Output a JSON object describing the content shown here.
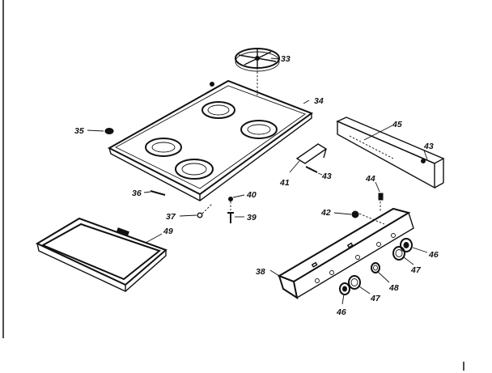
{
  "callouts": {
    "c33": "33",
    "c34": "34",
    "c35": "35",
    "c36": "36",
    "c37": "37",
    "c38": "38",
    "c39": "39",
    "c40": "40",
    "c41": "41",
    "c42": "42",
    "c43a": "43",
    "c43b": "43",
    "c44": "44",
    "c45": "45",
    "c46a": "46",
    "c46b": "46",
    "c47a": "47",
    "c47b": "47",
    "c48": "48",
    "c49": "49"
  }
}
